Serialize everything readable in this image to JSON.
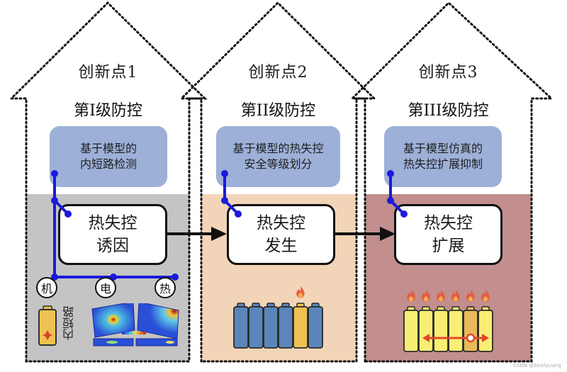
{
  "colors": {
    "panel1_bg": "#c4c4c4",
    "panel2_bg": "#f2d5b8",
    "panel3_bg": "#c28e8e",
    "method_bg": "#9db0d8",
    "connector_blue": "#1a1adc",
    "arrow": "#111111",
    "cell_blue": "#5b86bb",
    "cell_gold": "#eec152",
    "cell_yellow": "#f9ee74",
    "flame": "#e8553a",
    "spread_arrow": "#e2452c"
  },
  "innovations": [
    {
      "title": "创新点1",
      "level": "第I级防控",
      "method": "基于模型的\n内短路检测",
      "stage": "热失控\n诱因",
      "factors": [
        "机",
        "电",
        "热"
      ],
      "isc_label": "内短路",
      "icons": [
        "battery-internal-short-icon",
        "thermal-simulation-image"
      ]
    },
    {
      "title": "创新点2",
      "level": "第II级防控",
      "method": "基于模型的热失控\n安全等级划分",
      "stage": "热失控\n发生",
      "cells": {
        "count": 6,
        "burning_index": 4
      },
      "icons": [
        "battery-pack-single-fire-icon"
      ]
    },
    {
      "title": "创新点3",
      "level": "第III级防控",
      "method": "基于模型仿真的\n热失控扩展抑制",
      "stage": "热失控\n扩展",
      "cells": {
        "count": 6,
        "burning_count": 6,
        "origin_index": 4
      },
      "icons": [
        "battery-pack-propagation-icon"
      ]
    }
  ],
  "flow": [
    "热失控诱因",
    "热失控发生",
    "热失控扩展"
  ],
  "watermark": "CSDN @SeafyLiang"
}
